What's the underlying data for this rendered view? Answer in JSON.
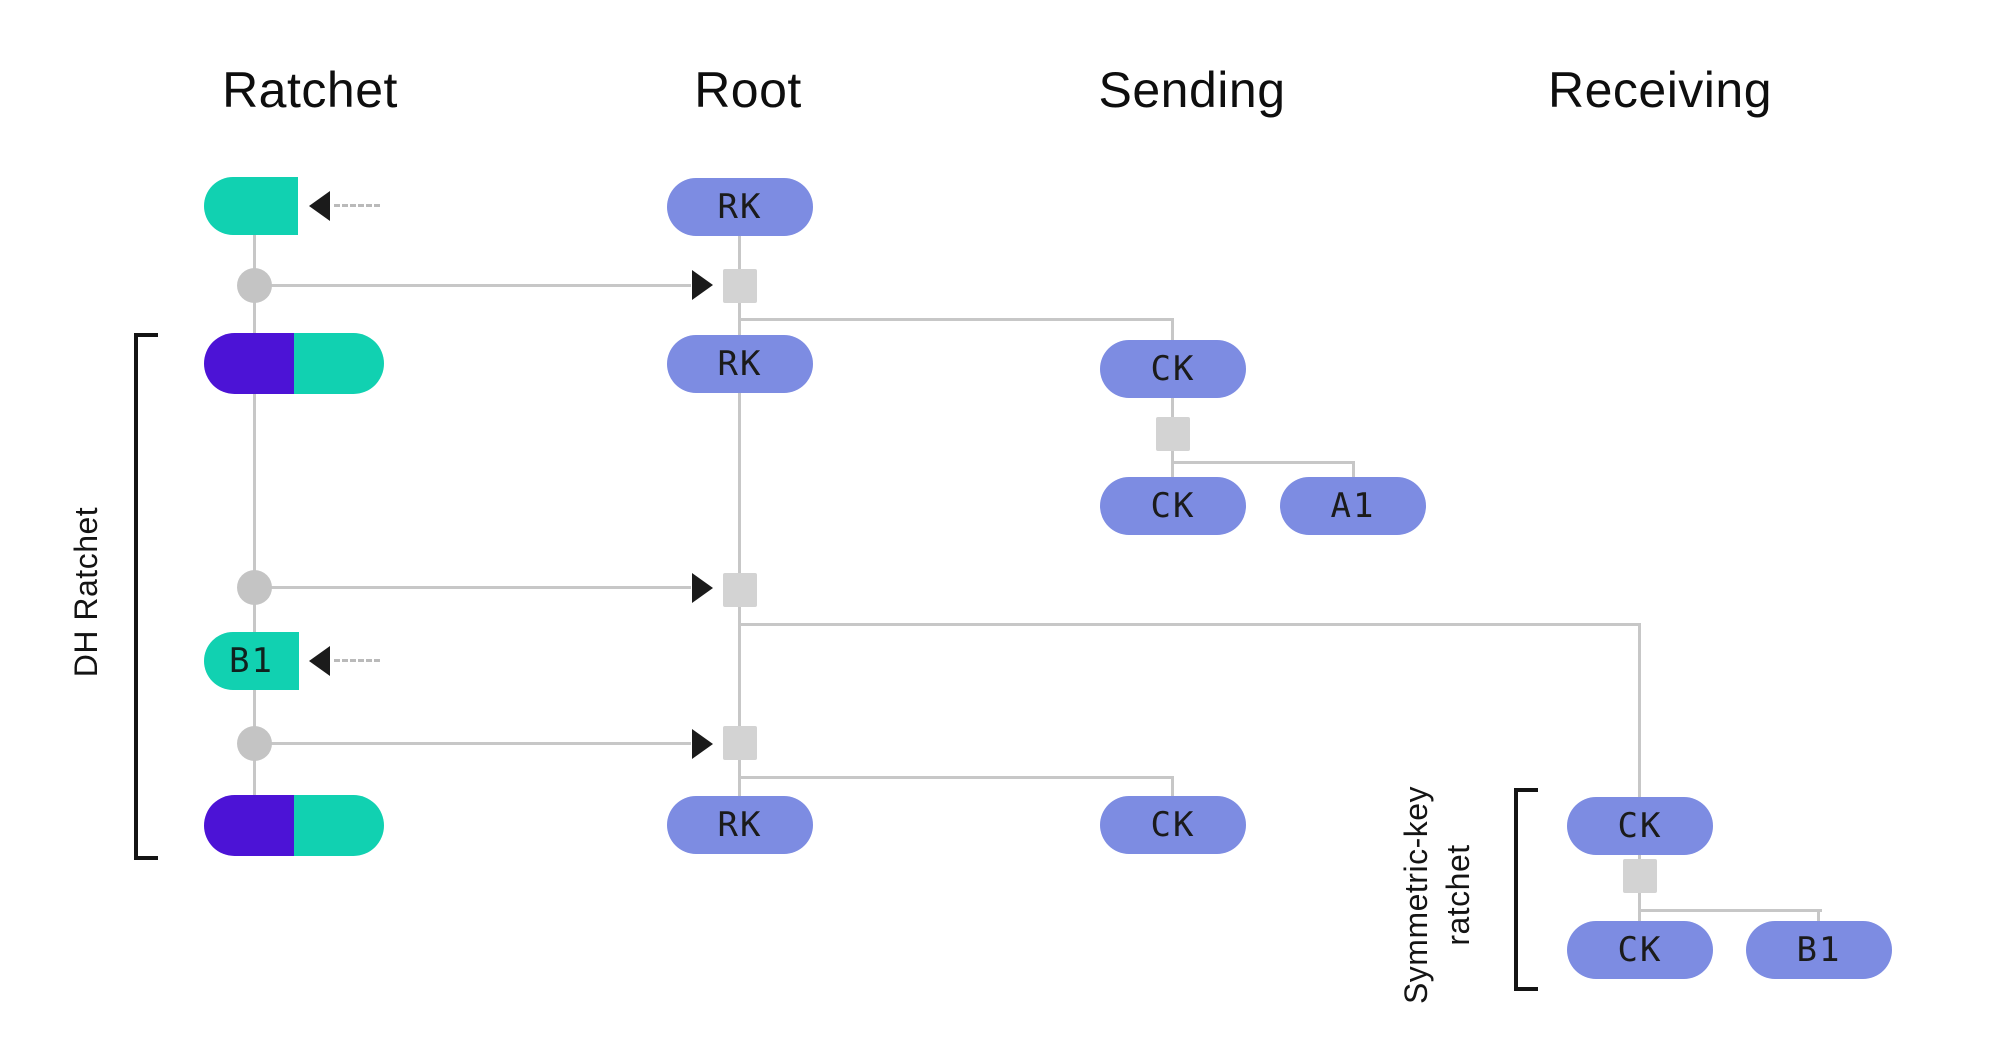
{
  "colors": {
    "bg": "#ffffff",
    "node": "#7d8ce2",
    "teal": "#11d1b1",
    "purple": "#4c13d6",
    "line": "#c7c7c7",
    "mixer": "#d3d3d3",
    "dot": "#c4c4c4",
    "dash": "#bababa",
    "arrow": "#1b1b1b",
    "text": "#0e0e0e"
  },
  "columns": [
    {
      "label": "Ratchet"
    },
    {
      "label": "Root"
    },
    {
      "label": "Sending"
    },
    {
      "label": "Receiving"
    }
  ],
  "side_labels": {
    "dh_ratchet": "DH Ratchet",
    "symmetric_line1": "Symmetric-key",
    "symmetric_line2": "ratchet"
  },
  "nodes": {
    "root": [
      {
        "label": "RK"
      },
      {
        "label": "RK"
      },
      {
        "label": "RK"
      }
    ],
    "ratchet": {
      "b1_label": "B1"
    },
    "sending": [
      {
        "label": "CK"
      },
      {
        "label": "CK"
      },
      {
        "label": "A1"
      },
      {
        "label": "CK"
      }
    ],
    "receiving": [
      {
        "label": "CK"
      },
      {
        "label": "CK"
      },
      {
        "label": "B1"
      }
    ]
  }
}
